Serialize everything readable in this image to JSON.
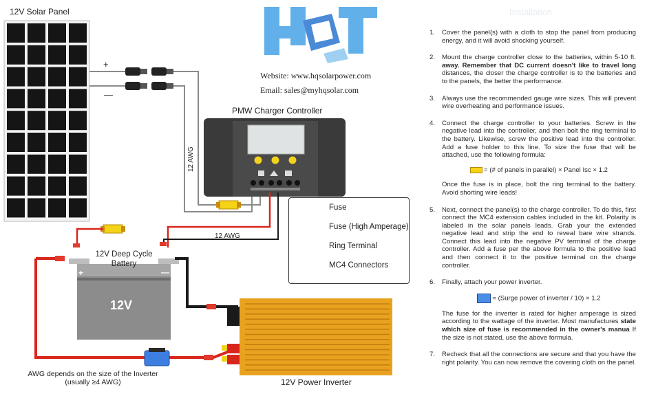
{
  "diagram": {
    "panel_label": "12V Solar Panel",
    "plus_sign": "+",
    "minus_sign": "—",
    "website": "Website: www.hqsolarpower.com",
    "email": "Email: sales@myhqsolar.com",
    "controller_label": "PMW Charger Controller",
    "awg_vertical": "12 AWG",
    "awg_horizontal": "12 AWG",
    "battery_title": "12V Deep Cycle Battery",
    "battery_voltage": "12V",
    "battery_plus": "+",
    "battery_minus": "—",
    "awg_note": "AWG depends on the size of the Inverter (usually ≥4 AWG)",
    "inverter_label": "12V Power Inverter"
  },
  "legend": {
    "items": [
      {
        "label": "Fuse",
        "icon": "yellow-fuse"
      },
      {
        "label": "Fuse (High Amperage)",
        "icon": "blue-fuse"
      },
      {
        "label": "Ring Terminal",
        "icon": "red-ring-terminal"
      },
      {
        "label": "MC4 Connectors",
        "icon": "mc4-connector"
      }
    ]
  },
  "installation": {
    "title": "Installation",
    "steps": [
      {
        "num": "1.",
        "text": "Cover the panel(s) with a cloth to stop the panel from producing energy, and it will avoid shocking yourself."
      },
      {
        "num": "2.",
        "text_a": "Mount the charge controller close to the batteries, within 5-10 ft.",
        "text_bold": "away. Remember that DC current doesn't like to travel long",
        "text_b": "distances, the closer the charge controller is to the batteries and to the panels, the better the performance."
      },
      {
        "num": "3.",
        "text": "Always use the recommended gauge wire sizes. This will prevent wire overheating and performance issues."
      },
      {
        "num": "4.",
        "text": "Connect the charge controller to your batteries. Screw in the negative lead into the controller, and then bolt the ring terminal to the battery. Likewise, screw the positive lead into the controller. Add a fuse holder to this line. To size the fuse that will be attached, use the following formula:",
        "formula": "= (# of panels in parallel) × Panel Isc × 1.2",
        "after": "Once the fuse is in place, bolt the ring terminal to the battery. Avoid shorting wire leads!"
      },
      {
        "num": "5.",
        "text": "Next, connect the panel(s) to the charge controller. To do this, first connect the MC4 extension cables included in the kit. Polarity is labeled in the solar panels leads. Grab your the extended negative lead and strip the end to reveal bare wire strands. Connect this lead into the negative PV terminal of the charge controller. Add a fuse per the above formula to the positive lead and then connect it to the positive terminal on the charge controller."
      },
      {
        "num": "6.",
        "text": "Finally, attach your power inverter.",
        "formula": "= (Surge power of inverter / 10) × 1.2",
        "after_a": "The fuse for the inverter is rated for higher amperage is sized according to the wattage of the inverter. Most manufactures",
        "after_bold": "state which size of fuse is recommended in the owner's manua",
        "after_b": "If the size is not stated, use the above formula."
      },
      {
        "num": "7.",
        "text": "Recheck that all the connections are secure and that you have the right polarity. You can now remove the covering cloth on the panel."
      }
    ]
  },
  "colors": {
    "wire_red": "#d8261c",
    "wire_black": "#1a1a1a",
    "wire_gray": "#8a8a8a",
    "fuse_yellow": "#f5d418",
    "fuse_blue": "#4a8ee8",
    "inverter_orange": "#e9a21f",
    "logo_blue": "#5aa9e6"
  }
}
